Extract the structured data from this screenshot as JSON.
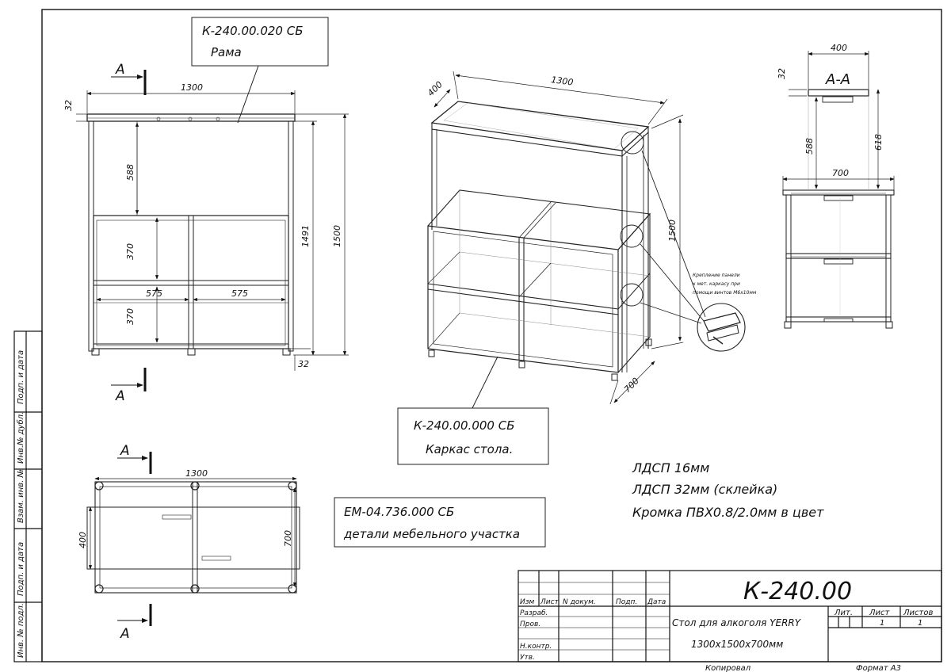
{
  "front_view": {
    "callout": {
      "code": "К-240.00.020 СБ",
      "name": "Рама"
    },
    "section_mark": "А",
    "dims": {
      "width": "1300",
      "top_thk": "32",
      "upper": "588",
      "mid": "370",
      "lower": "370",
      "cell_left": "575",
      "cell_right": "575",
      "frame_h": "1491",
      "total_h": "1500",
      "foot": "32"
    }
  },
  "iso_view": {
    "callout": {
      "code": "К-240.00.000 СБ",
      "name": "Каркас стола."
    },
    "dims": {
      "width": "1300",
      "depth": "400",
      "height": "1500",
      "base_depth": "700"
    },
    "detail_note": [
      "Крепление панели",
      "к мет. каркасу при",
      "помощи винтов М6х10мм"
    ]
  },
  "section_view": {
    "title": "А-А",
    "dims": {
      "top_w": "400",
      "top_thk": "32",
      "inner_h": "588",
      "total_h": "618",
      "base_w": "700"
    }
  },
  "plan_view": {
    "section_mark": "А",
    "dims": {
      "width": "1300",
      "depth": "400",
      "inner": "700"
    }
  },
  "furniture_callout": {
    "code": "ЕМ-04.736.000 СБ",
    "name": "детали мебельного участка"
  },
  "materials": [
    "ЛДСП 16мм",
    "ЛДСП 32мм (склейка)",
    "Кромка ПВХ0.8/2.0мм в цвет"
  ],
  "side_stamp": [
    "Подп. и дата",
    "Инв.№ дубл.",
    "Взам. инв. №",
    "Подп. и дата",
    "Инв. № подл."
  ],
  "title_block": {
    "designation": "К-240.00",
    "name_line1": "Стол для алкоголя YERRY",
    "name_line2": "1300х1500х700мм",
    "col_headers": [
      "Изм",
      "Лист",
      "N докум.",
      "Подп.",
      "Дата"
    ],
    "roles": [
      "Разраб.",
      "Пров.",
      "Н.контр.",
      "Утв."
    ],
    "lit_label": "Лит.",
    "sheet_label": "Лист",
    "sheets_label": "Листов",
    "sheet_value": "1",
    "sheets_value": "1",
    "copied": "Копировал",
    "format": "Формат А3"
  }
}
